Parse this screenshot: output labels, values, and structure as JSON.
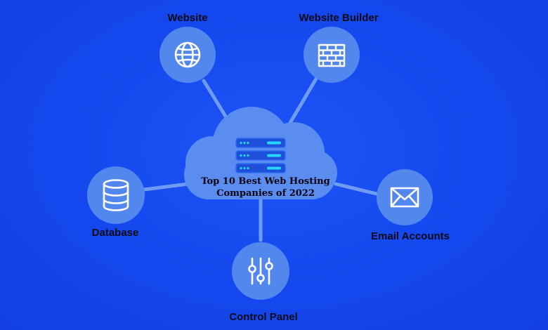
{
  "center": {
    "title_line1": "Top 10 Best Web Hosting",
    "title_line2": "Companies of 2022"
  },
  "nodes": [
    {
      "id": "website",
      "label": "Website",
      "icon": "globe-icon"
    },
    {
      "id": "website-builder",
      "label": "Website Builder",
      "icon": "brick-wall-icon"
    },
    {
      "id": "database",
      "label": "Database",
      "icon": "database-icon"
    },
    {
      "id": "email-accounts",
      "label": "Email Accounts",
      "icon": "envelope-icon"
    },
    {
      "id": "control-panel",
      "label": "Control Panel",
      "icon": "sliders-icon"
    }
  ],
  "colors": {
    "background": "#1448ee",
    "cloud": "#5b8cf0",
    "node_circle": "#5287ee",
    "connector": "#6f9cf2",
    "icon_stroke": "#ffffff",
    "server_accent": "#27d6ff"
  }
}
